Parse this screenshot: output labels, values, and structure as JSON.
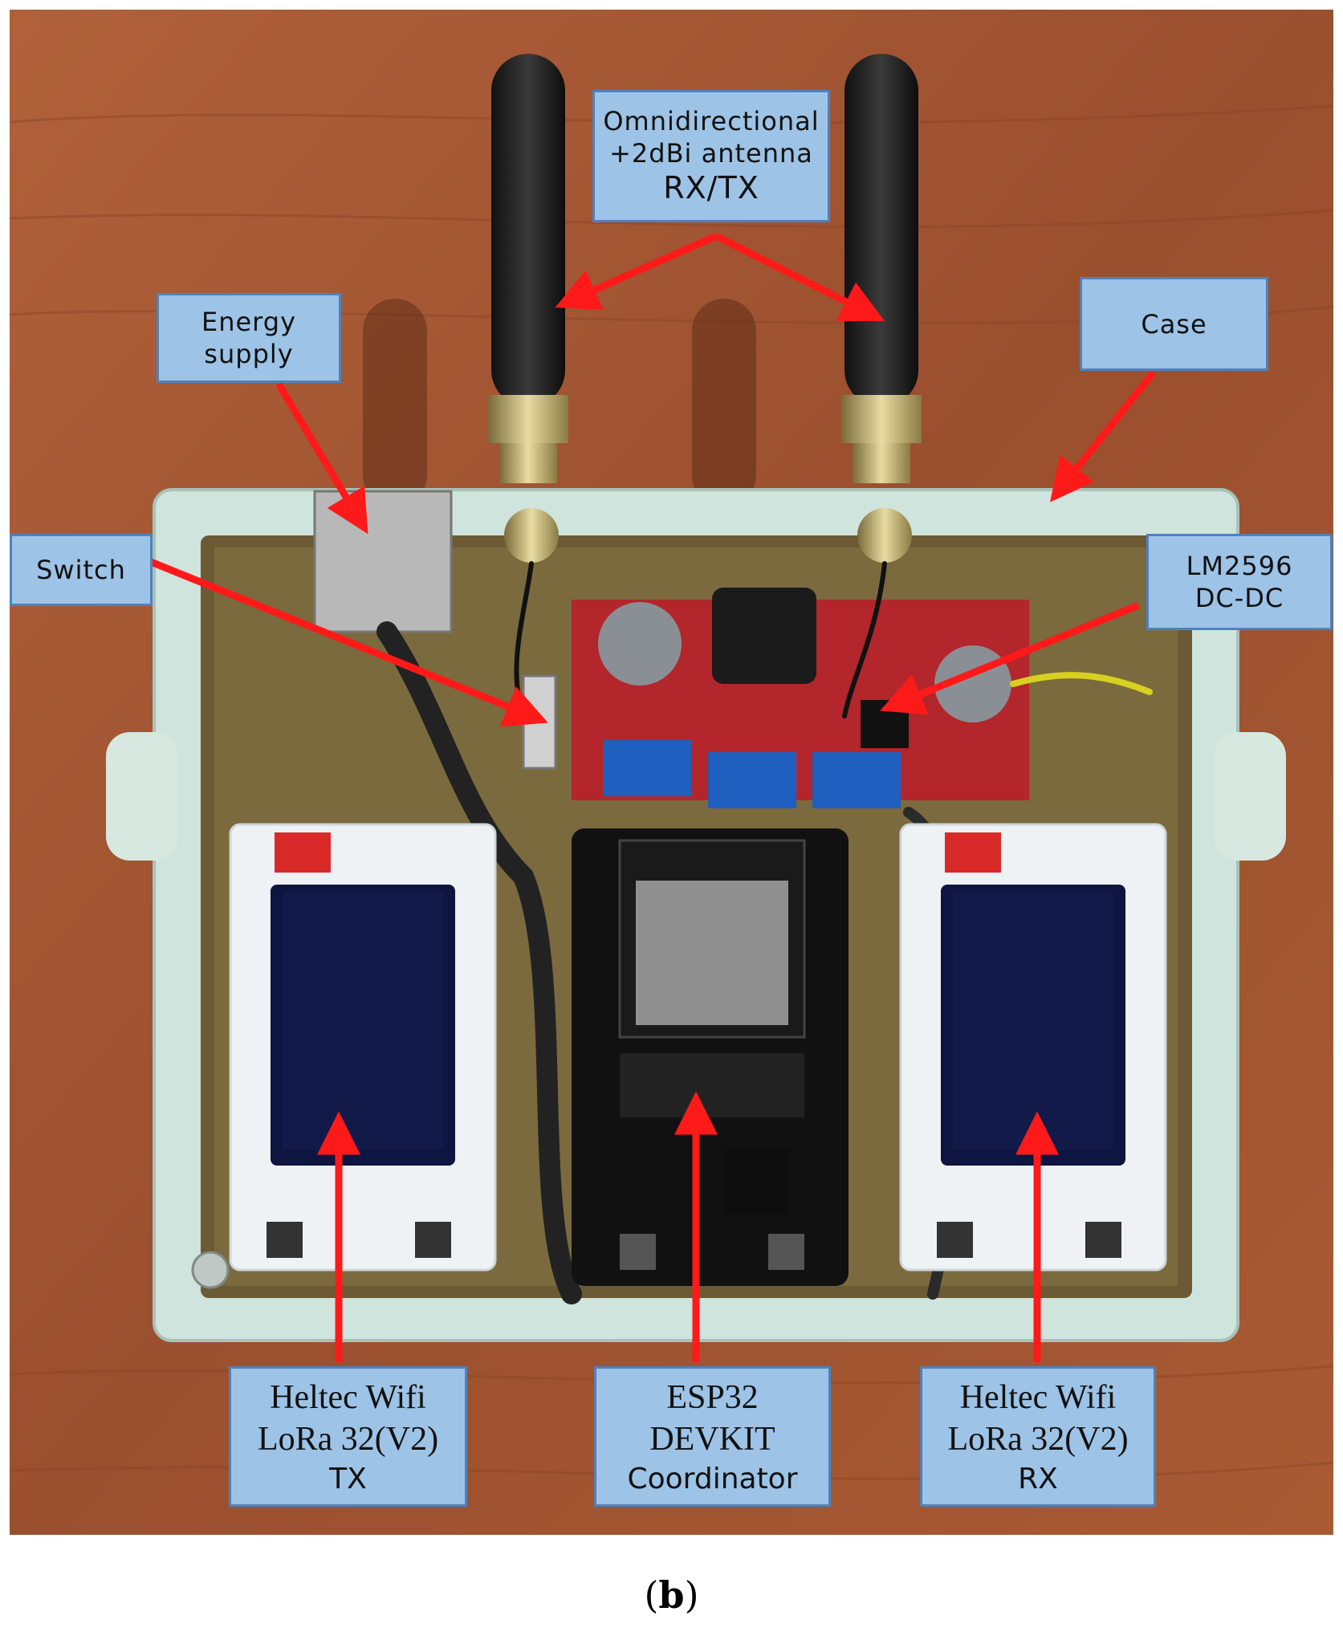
{
  "callouts": {
    "antenna": {
      "line1": "Omnidirectional",
      "line2": "+2dBi antenna",
      "line3": "RX/TX"
    },
    "energy": {
      "line1": "Energy",
      "line2": "supply"
    },
    "case": {
      "label": "Case"
    },
    "switch": {
      "label": "Switch"
    },
    "dcdc": {
      "line1": "LM2596",
      "line2": "DC-DC"
    },
    "tx": {
      "line1": "Heltec Wifi",
      "line2": "LoRa 32(V2)",
      "line3": "TX"
    },
    "coordinator": {
      "line1": "ESP32",
      "line2": "DEVKIT",
      "line3": "Coordinator"
    },
    "rx": {
      "line1": "Heltec Wifi",
      "line2": "LoRa 32(V2)",
      "line3": "RX"
    }
  },
  "caption": {
    "open": "(",
    "letter": "b",
    "close": ")"
  },
  "colors": {
    "callout_fill": "#9dc3e6",
    "callout_border": "#4f81bd",
    "arrow": "#ff0000",
    "wood": "#a0522d"
  }
}
